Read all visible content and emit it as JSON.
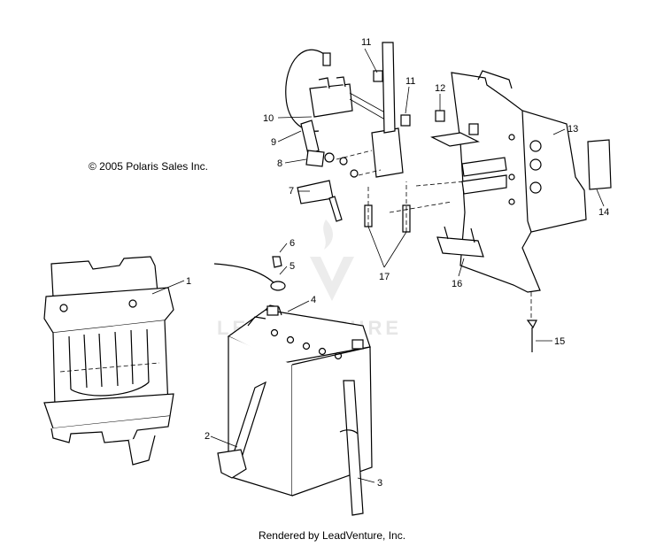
{
  "copyright": "© 2005 Polaris Sales Inc.",
  "footer": "Rendered by LeadVenture, Inc.",
  "watermark": "LEADVENTURE",
  "callouts": [
    "1",
    "2",
    "3",
    "4",
    "5",
    "6",
    "7",
    "8",
    "9",
    "10",
    "11",
    "11",
    "12",
    "13",
    "14",
    "15",
    "16",
    "17"
  ]
}
